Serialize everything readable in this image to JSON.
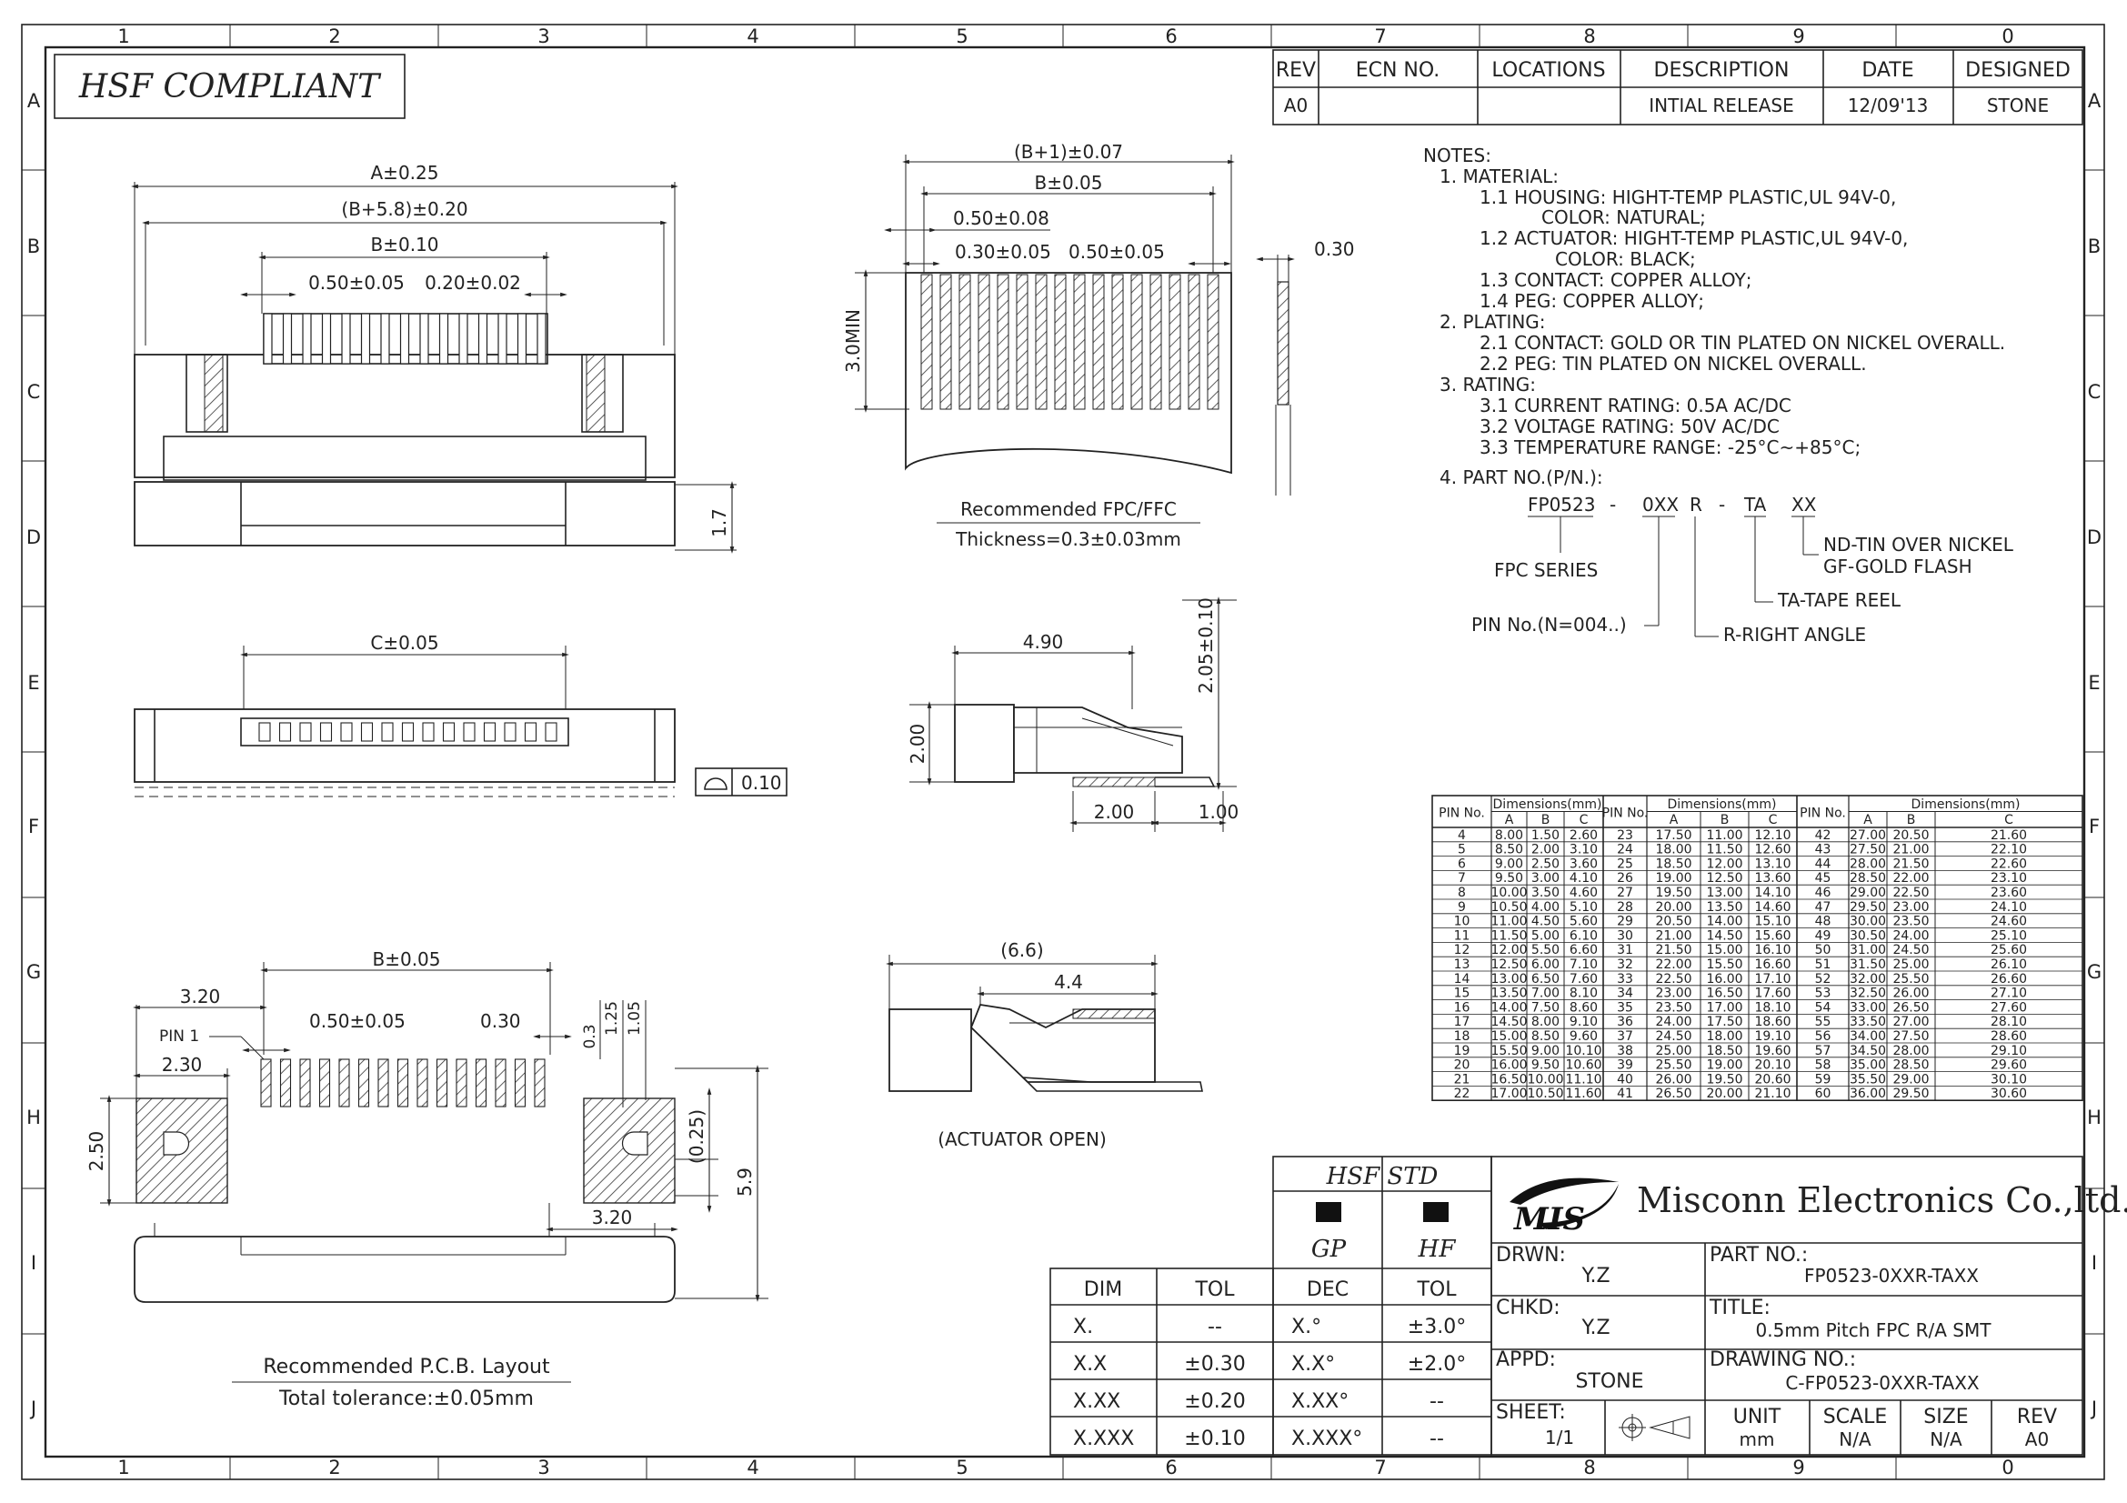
{
  "border": {
    "top_columns": [
      "1",
      "2",
      "3",
      "4",
      "5",
      "6",
      "7",
      "8",
      "9",
      "0"
    ],
    "bottom_columns": [
      "1",
      "2",
      "3",
      "4",
      "5",
      "6",
      "7",
      "8",
      "9",
      "0"
    ],
    "left_rows": [
      "A",
      "B",
      "C",
      "D",
      "E",
      "F",
      "G",
      "H",
      "I",
      "J"
    ],
    "right_rows": [
      "A",
      "B",
      "C",
      "D",
      "E",
      "F",
      "G",
      "H",
      "I",
      "J"
    ]
  },
  "title_banner": "HSF  COMPLIANT",
  "revision_block": {
    "headers": [
      "REV",
      "ECN NO.",
      "LOCATIONS",
      "DESCRIPTION",
      "DATE",
      "DESIGNED"
    ],
    "row": [
      "A0",
      "",
      "",
      "INTIAL RELEASE",
      "12/09'13",
      "STONE"
    ]
  },
  "notes": [
    "NOTES:",
    "1. MATERIAL:",
    "1.1 HOUSING: HIGHT-TEMP PLASTIC,UL 94V-0,",
    "COLOR: NATURAL;",
    "1.2 ACTUATOR: HIGHT-TEMP PLASTIC,UL 94V-0,",
    "COLOR: BLACK;",
    "1.3 CONTACT: COPPER ALLOY;",
    "1.4 PEG: COPPER ALLOY;",
    "2. PLATING:",
    "2.1 CONTACT: GOLD OR TIN PLATED ON NICKEL OVERALL.",
    "2.2 PEG: TIN PLATED ON NICKEL OVERALL.",
    "3. RATING:",
    "3.1 CURRENT RATING: 0.5A AC/DC",
    "3.2 VOLTAGE RATING: 50V AC/DC",
    "3.3 TEMPERATURE RANGE: -25°C~+85°C;",
    "4. PART NO.(P/N.):"
  ],
  "part_number_breakdown": {
    "segments": [
      "FP0523",
      "-",
      "0XX",
      "R",
      "-",
      "TA",
      "XX"
    ],
    "fpc_series": "FPC SERIES",
    "pin_no": "PIN No.(N=004..)",
    "right_angle": "R-RIGHT ANGLE",
    "tape_reel": "TA-TAPE REEL",
    "nd": "ND-TIN OVER NICKEL",
    "gf": "GF-GOLD FLASH"
  },
  "views": {
    "top": {
      "dims": [
        "A±0.25",
        "(B+5.8)±0.20",
        "B±0.10",
        "0.50±0.05",
        "0.20±0.02",
        "1.7"
      ]
    },
    "fpc": {
      "dims": [
        "(B+1)±0.07",
        "B±0.05",
        "0.50±0.08",
        "0.30±0.05",
        "0.50±0.05",
        "3.0MIN",
        "0.30"
      ],
      "caption1": "Recommended FPC/FFC",
      "caption2": "Thickness=0.3±0.03mm"
    },
    "front": {
      "dims": [
        "C±0.05"
      ],
      "flatness": "0.10"
    },
    "side": {
      "dims": [
        "4.90",
        "2.05±0.10",
        "2.00",
        "2.00",
        "1.00"
      ]
    },
    "open": {
      "dims": [
        "(6.6)",
        "4.4"
      ],
      "caption": "(ACTUATOR OPEN)"
    },
    "pcb": {
      "dims": [
        "B±0.05",
        "3.20",
        "PIN 1",
        "0.50±0.05",
        "0.30",
        "0.3",
        "1.25",
        "1.05",
        "2.30",
        "2.50",
        "(0.25)",
        "5.9",
        "3.20"
      ],
      "caption1": "Recommended P.C.B. Layout",
      "caption2": "Total tolerance:±0.05mm"
    }
  },
  "dimension_table": {
    "group_header": [
      "PIN No.",
      "Dimensions(mm)"
    ],
    "sub_headers": [
      "A",
      "B",
      "C"
    ],
    "rows": [
      [
        "4",
        "8.00",
        "1.50",
        "2.60",
        "23",
        "17.50",
        "11.00",
        "12.10",
        "42",
        "27.00",
        "20.50",
        "21.60"
      ],
      [
        "5",
        "8.50",
        "2.00",
        "3.10",
        "24",
        "18.00",
        "11.50",
        "12.60",
        "43",
        "27.50",
        "21.00",
        "22.10"
      ],
      [
        "6",
        "9.00",
        "2.50",
        "3.60",
        "25",
        "18.50",
        "12.00",
        "13.10",
        "44",
        "28.00",
        "21.50",
        "22.60"
      ],
      [
        "7",
        "9.50",
        "3.00",
        "4.10",
        "26",
        "19.00",
        "12.50",
        "13.60",
        "45",
        "28.50",
        "22.00",
        "23.10"
      ],
      [
        "8",
        "10.00",
        "3.50",
        "4.60",
        "27",
        "19.50",
        "13.00",
        "14.10",
        "46",
        "29.00",
        "22.50",
        "23.60"
      ],
      [
        "9",
        "10.50",
        "4.00",
        "5.10",
        "28",
        "20.00",
        "13.50",
        "14.60",
        "47",
        "29.50",
        "23.00",
        "24.10"
      ],
      [
        "10",
        "11.00",
        "4.50",
        "5.60",
        "29",
        "20.50",
        "14.00",
        "15.10",
        "48",
        "30.00",
        "23.50",
        "24.60"
      ],
      [
        "11",
        "11.50",
        "5.00",
        "6.10",
        "30",
        "21.00",
        "14.50",
        "15.60",
        "49",
        "30.50",
        "24.00",
        "25.10"
      ],
      [
        "12",
        "12.00",
        "5.50",
        "6.60",
        "31",
        "21.50",
        "15.00",
        "16.10",
        "50",
        "31.00",
        "24.50",
        "25.60"
      ],
      [
        "13",
        "12.50",
        "6.00",
        "7.10",
        "32",
        "22.00",
        "15.50",
        "16.60",
        "51",
        "31.50",
        "25.00",
        "26.10"
      ],
      [
        "14",
        "13.00",
        "6.50",
        "7.60",
        "33",
        "22.50",
        "16.00",
        "17.10",
        "52",
        "32.00",
        "25.50",
        "26.60"
      ],
      [
        "15",
        "13.50",
        "7.00",
        "8.10",
        "34",
        "23.00",
        "16.50",
        "17.60",
        "53",
        "32.50",
        "26.00",
        "27.10"
      ],
      [
        "16",
        "14.00",
        "7.50",
        "8.60",
        "35",
        "23.50",
        "17.00",
        "18.10",
        "54",
        "33.00",
        "26.50",
        "27.60"
      ],
      [
        "17",
        "14.50",
        "8.00",
        "9.10",
        "36",
        "24.00",
        "17.50",
        "18.60",
        "55",
        "33.50",
        "27.00",
        "28.10"
      ],
      [
        "18",
        "15.00",
        "8.50",
        "9.60",
        "37",
        "24.50",
        "18.00",
        "19.10",
        "56",
        "34.00",
        "27.50",
        "28.60"
      ],
      [
        "19",
        "15.50",
        "9.00",
        "10.10",
        "38",
        "25.00",
        "18.50",
        "19.60",
        "57",
        "34.50",
        "28.00",
        "29.10"
      ],
      [
        "20",
        "16.00",
        "9.50",
        "10.60",
        "39",
        "25.50",
        "19.00",
        "20.10",
        "58",
        "35.00",
        "28.50",
        "29.60"
      ],
      [
        "21",
        "16.50",
        "10.00",
        "11.10",
        "40",
        "26.00",
        "19.50",
        "20.60",
        "59",
        "35.50",
        "29.00",
        "30.10"
      ],
      [
        "22",
        "17.00",
        "10.50",
        "11.60",
        "41",
        "26.50",
        "20.00",
        "21.10",
        "60",
        "36.00",
        "29.50",
        "30.60"
      ]
    ]
  },
  "tolerance_table": {
    "left_headers": [
      "DIM",
      "TOL"
    ],
    "left_rows": [
      [
        "X.",
        "--"
      ],
      [
        "X.X",
        "±0.30"
      ],
      [
        "X.XX",
        "±0.20"
      ],
      [
        "X.XXX",
        "±0.10"
      ]
    ],
    "right_headers": [
      "DEC",
      "TOL"
    ],
    "right_rows": [
      [
        "X.°",
        "±3.0°"
      ],
      [
        "X.X°",
        "±2.0°"
      ],
      [
        "X.XX°",
        "--"
      ],
      [
        "X.XXX°",
        "--"
      ]
    ]
  },
  "hsf_std": {
    "title": "HSF  STD",
    "gp": "GP",
    "hf": "HF"
  },
  "title_block": {
    "logo": "MIS",
    "company": "Misconn Electronics Co.,ltd.",
    "drwn_label": "DRWN:",
    "drwn": "Y.Z",
    "part_label": "PART NO.:",
    "part": "FP0523-0XXR-TAXX",
    "chkd_label": "CHKD:",
    "chkd": "Y.Z",
    "title_label": "TITLE:",
    "title": "0.5mm Pitch FPC R/A SMT",
    "appd_label": "APPD:",
    "appd": "STONE",
    "drawing_label": "DRAWING NO.:",
    "drawing": "C-FP0523-0XXR-TAXX",
    "sheet_label": "SHEET:",
    "sheet": "1/1",
    "unit_label": "UNIT",
    "unit": "mm",
    "scale_label": "SCALE",
    "scale": "N/A",
    "size_label": "SIZE",
    "size": "N/A",
    "rev_label": "REV",
    "rev": "A0"
  }
}
